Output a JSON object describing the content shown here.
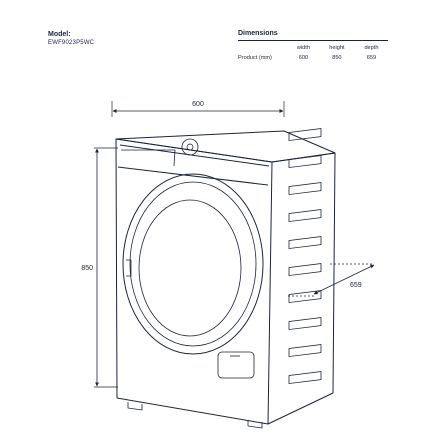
{
  "model": {
    "label": "Model:",
    "value": "EWF9023P5WC"
  },
  "dimensions": {
    "title": "Dimensions",
    "headers": [
      "width",
      "height",
      "depth"
    ],
    "row_label": "Product (mm)",
    "values": [
      "600",
      "850",
      "659"
    ]
  },
  "drawing": {
    "width_label": "600",
    "height_label": "850",
    "depth_label": "659"
  }
}
